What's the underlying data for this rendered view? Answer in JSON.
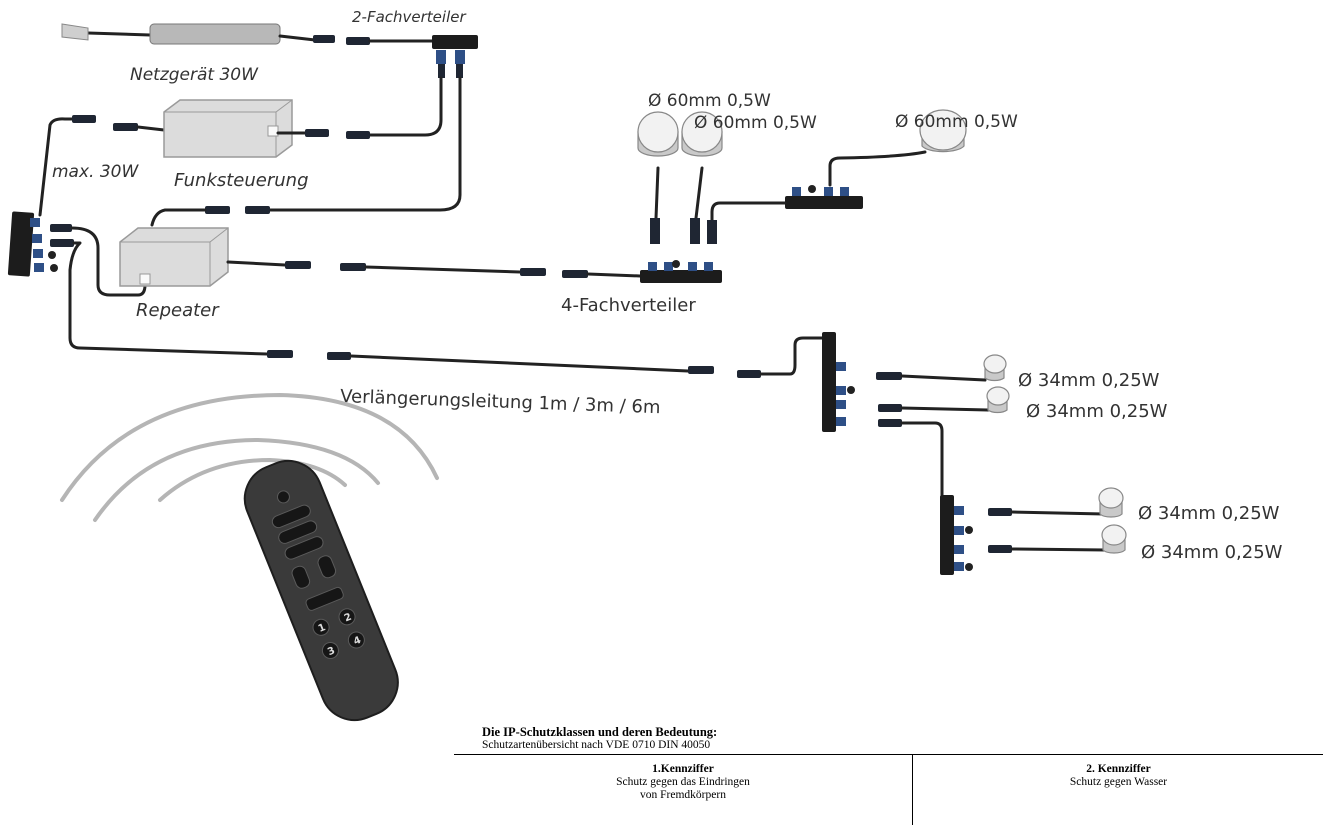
{
  "labels": {
    "zweifach": "2-Fachverteiler",
    "netzgeraet": "Netzgerät 30W",
    "max": "max. 30W",
    "funk": "Funksteuerung",
    "repeater": "Repeater",
    "vierfach": "4-Fachverteiler",
    "verlaengerung": "Verlängerungsleitung 1m / 3m / 6m",
    "lamp60_a": "Ø 60mm 0,5W",
    "lamp60_b": "Ø 60mm 0,5W",
    "lamp60_c": "Ø 60mm 0,5W",
    "lamp34_a": "Ø 34mm 0,25W",
    "lamp34_b": "Ø 34mm 0,25W",
    "lamp34_c": "Ø 34mm 0,25W",
    "lamp34_d": "Ø 34mm 0,25W"
  },
  "remote": {
    "buttons": [
      "1",
      "2",
      "3",
      "4"
    ]
  },
  "ip": {
    "title": "Die IP-Schutzklassen und deren Bedeutung:",
    "subtitle": "Schutzartenübersicht nach VDE 0710 DIN 40050",
    "col1_head": "1.Kennziffer",
    "col1_line1": "Schutz gegen das Eindringen",
    "col1_line2": "von Fremdkörpern",
    "col2_head": "2. Kennziffer",
    "col2_line1": "Schutz gegen Wasser"
  },
  "colors": {
    "cable": "#222222",
    "connector_blue": "#2e4f86",
    "housing": "#dcdcdc",
    "remote": "#3a3a3a"
  }
}
